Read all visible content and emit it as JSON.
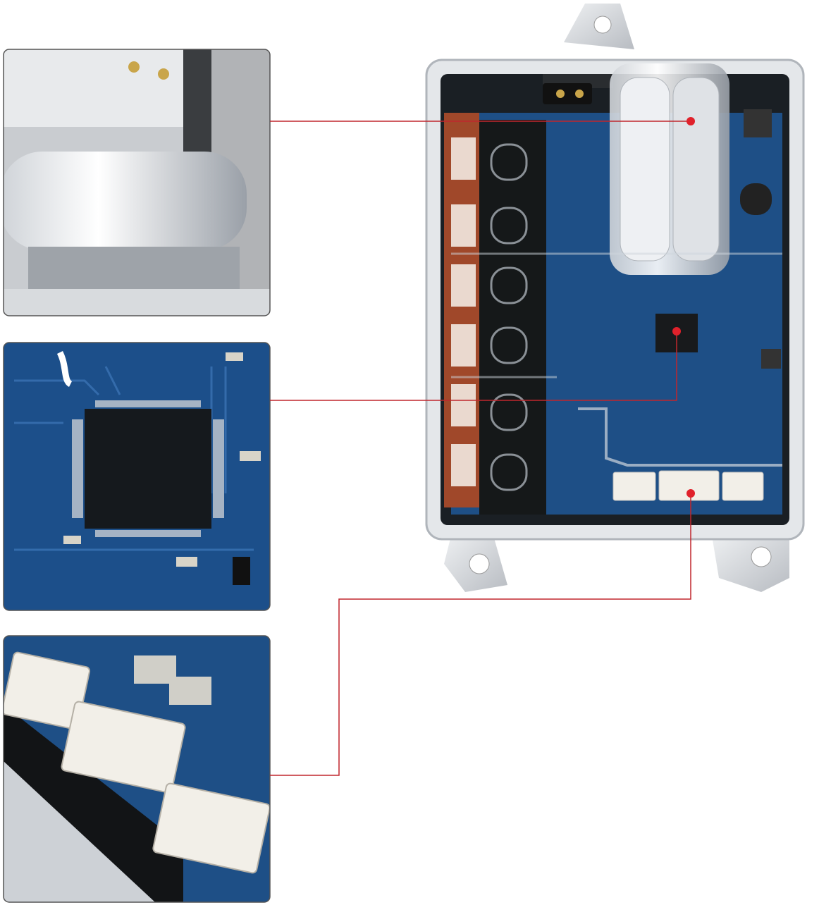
{
  "colors": {
    "background": "#ffffff",
    "callout_line": "#c0272d",
    "pcb_blue": "#1d4f86",
    "enclosure": "#d9dde2",
    "copper_strip": "#a0482a",
    "connector": "#f2efe8"
  },
  "callouts": [
    {
      "name": "capacitor",
      "inset": "capacitor-closeup"
    },
    {
      "name": "microcontroller-chip",
      "inset": "chip-closeup"
    },
    {
      "name": "connectors",
      "inset": "connector-closeup"
    }
  ]
}
